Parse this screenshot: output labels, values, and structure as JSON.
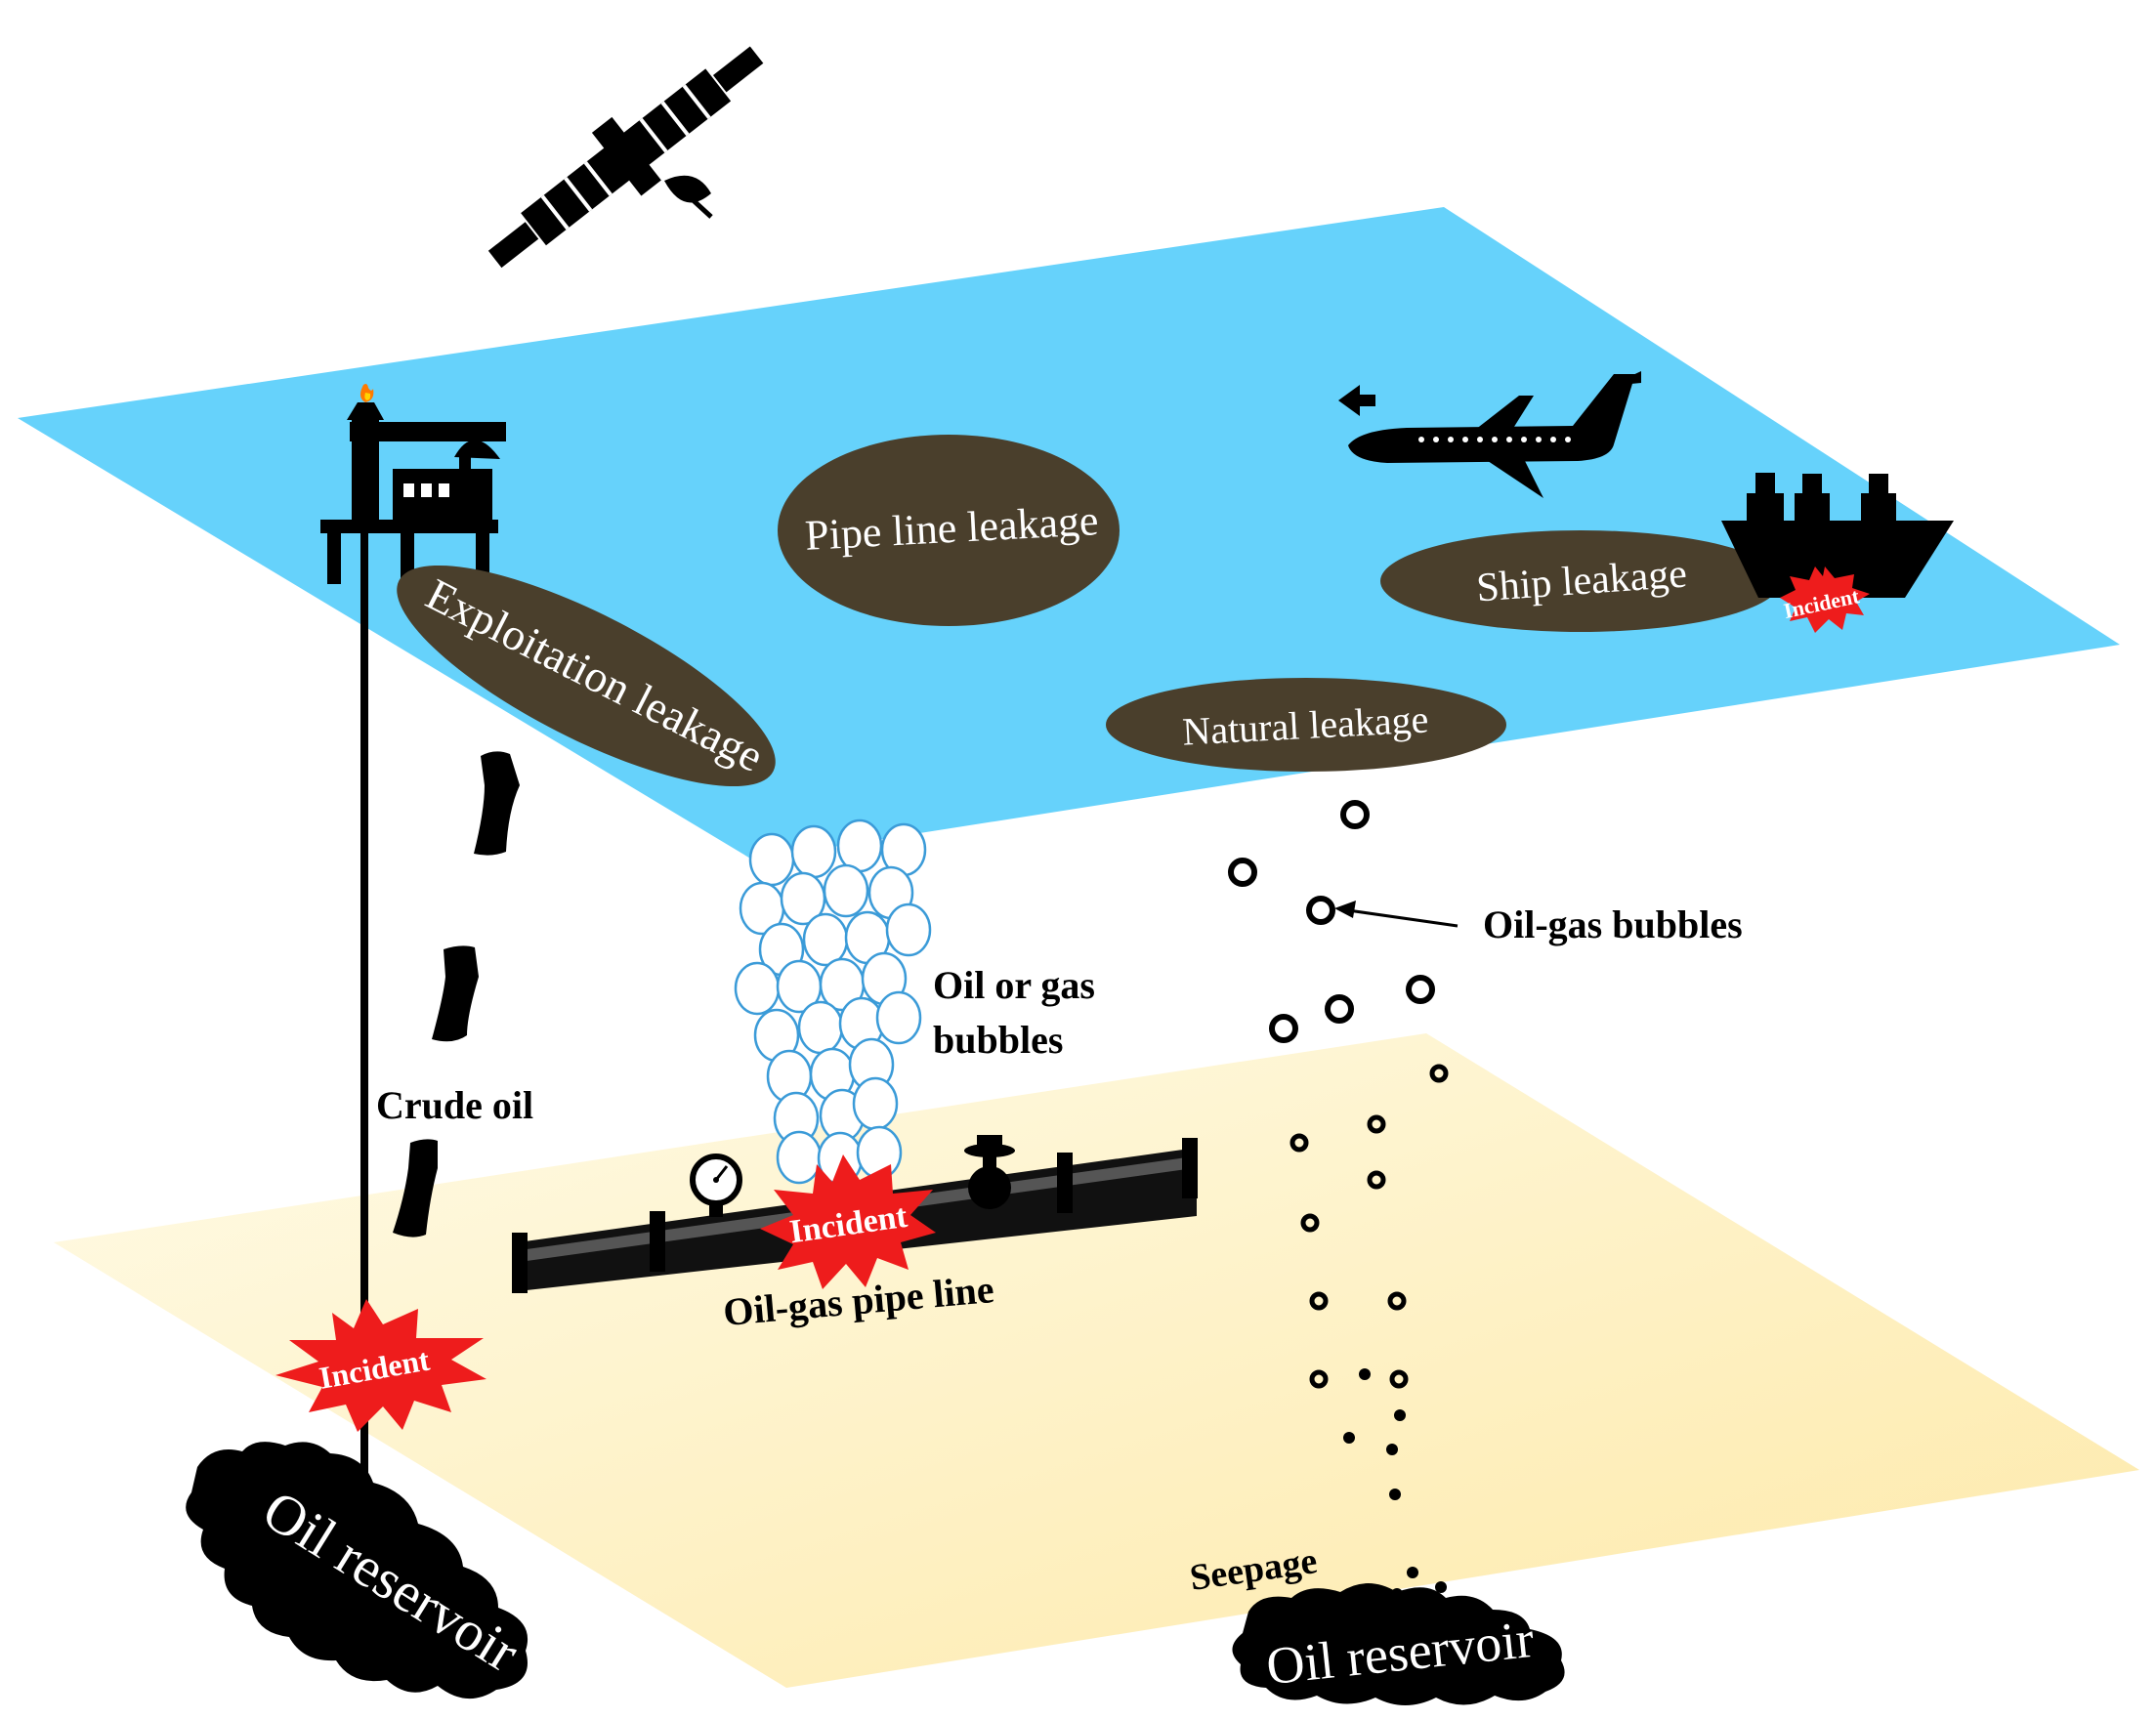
{
  "colors": {
    "sea_surface": "#66d2fb",
    "seabed": "#fdf1c2",
    "oil_slick": "#4a3f2c",
    "incident_red": "#ee1c1c",
    "black": "#000000",
    "bubble_outline": "#3b9bd8"
  },
  "labels": {
    "pipe_line_leakage": "Pipe line leakage",
    "exploitation_leakage": "Exploitation leakage",
    "ship_leakage": "Ship leakage",
    "natural_leakage": "Natural leakage",
    "oil_or_gas_line1": "Oil or gas",
    "oil_or_gas_line2": "bubbles",
    "oil_gas_bubbles": "Oil-gas bubbles",
    "crude_oil": "Crude oil",
    "oil_gas_pipe_line": "Oil-gas pipe line",
    "seepage": "Seepage",
    "oil_reservoir_left": "Oil reservoir",
    "oil_reservoir_right": "Oil reservoir",
    "incident_ship": "Incident",
    "incident_pipe": "Incident",
    "incident_well": "Incident"
  },
  "icons": [
    "satellite-icon",
    "airplane-icon",
    "oil-platform-icon",
    "cargo-ship-icon",
    "pressure-gauge-icon",
    "valve-wheel-icon"
  ]
}
